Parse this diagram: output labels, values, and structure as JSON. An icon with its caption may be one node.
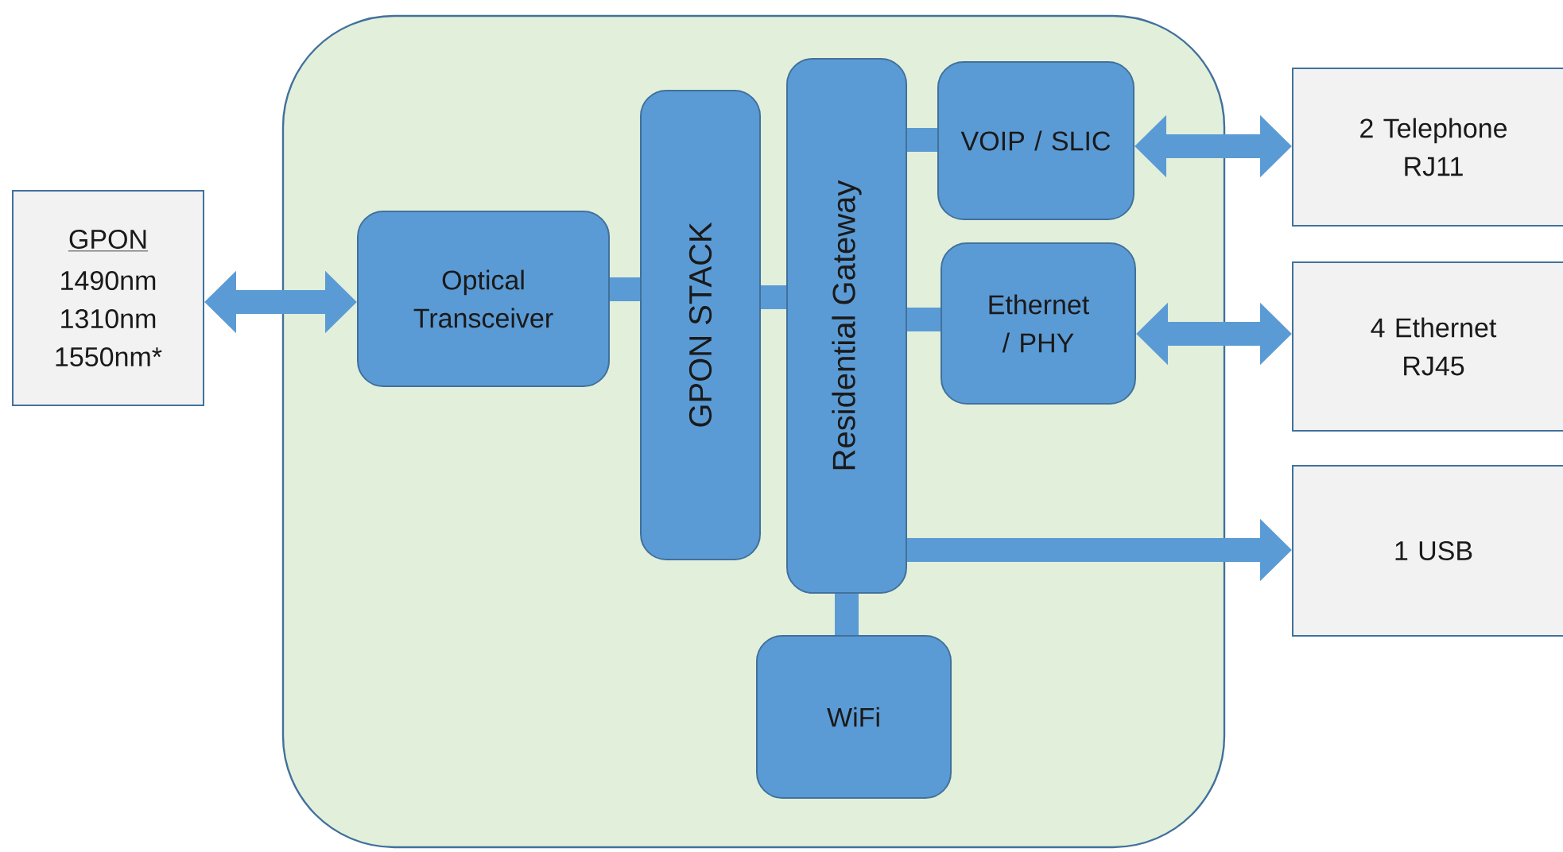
{
  "diagram": {
    "nodes": [
      {
        "text": [
          "GPON",
          "1490nm 1310nm 1550nm*"
        ]
      },
      {
        "text": [],
        "shape": "box"
      },
      {
        "text": [
          "Optical Transceiver"
        ],
        "in": 1
      },
      {
        "text": [
          "GPON  STACK"
        ],
        "in": 1
      },
      {
        "text": [
          "Residential Gateway"
        ],
        "in": 1
      },
      {
        "text": [
          "VOIP / SLIC"
        ],
        "in": 1
      },
      {
        "text": [
          "Ethernet / PHY"
        ],
        "in": 1
      },
      {
        "text": [
          "WiFi"
        ],
        "in": 1
      },
      {
        "text": [
          "2 Telephone RJ11"
        ]
      },
      {
        "text": [
          "4 Ethernet RJ45"
        ]
      },
      {
        "text": [
          "1 USB"
        ]
      }
    ],
    "edges": [
      {
        "from": 0,
        "to": 2,
        "arrow": "both"
      },
      {
        "from": 2,
        "to": 3,
        "arrow": "none"
      },
      {
        "from": 3,
        "to": 4,
        "arrow": "none"
      },
      {
        "from": 4,
        "to": 5,
        "arrow": "none"
      },
      {
        "from": 4,
        "to": 6,
        "arrow": "none"
      },
      {
        "from": 4,
        "to": 7,
        "arrow": "none"
      },
      {
        "from": 5,
        "to": 8,
        "arrow": "both"
      },
      {
        "from": 6,
        "to": 9,
        "arrow": "both"
      },
      {
        "from": 4,
        "to": 10,
        "arrow": "to"
      }
    ]
  }
}
